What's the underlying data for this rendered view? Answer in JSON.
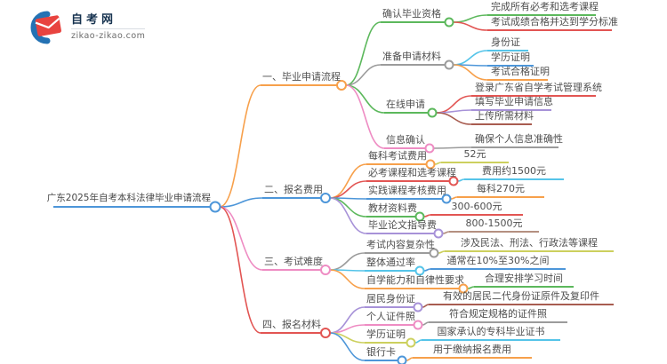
{
  "logo": {
    "title": "自考网",
    "domain": "zikao-zikao.com"
  },
  "root": {
    "label": "广东2025年自考本科法律毕业申请流程",
    "color": "#4d96d9"
  },
  "branches": [
    {
      "label": "一、毕业申请流程",
      "color": "#f7a04b",
      "children": [
        {
          "label": "确认毕业资格",
          "color": "#5cb85c",
          "leaves": [
            {
              "label": "完成所有必考和选考课程",
              "color": "#5cb85c"
            },
            {
              "label": "考试成绩合格并达到学分标准",
              "color": "#e25553"
            }
          ]
        },
        {
          "label": "准备申请材料",
          "color": "#9b9b9b",
          "leaves": [
            {
              "label": "身份证",
              "color": "#55c4e9"
            },
            {
              "label": "学历证明",
              "color": "#4d96d9"
            },
            {
              "label": "考试合格证明",
              "color": "#f7a04b"
            }
          ]
        },
        {
          "label": "在线申请",
          "color": "#5cb85c",
          "leaves": [
            {
              "label": "登录广东省自学考试管理系统",
              "color": "#e25553"
            },
            {
              "label": "填写毕业申请信息",
              "color": "#a792d8"
            },
            {
              "label": "上传所需材料",
              "color": "#a85c50"
            }
          ]
        },
        {
          "label": "信息确认",
          "color": "#ee8cc3",
          "leaves": [
            {
              "label": "确保个人信息准确性",
              "color": "#9b9b9b"
            }
          ]
        }
      ]
    },
    {
      "label": "二、报名费用",
      "color": "#4d96d9",
      "children": [
        {
          "label": "每科考试费用",
          "color": "#f7a04b",
          "leaves": [
            {
              "label": "52元",
              "color": "#ccd05e"
            }
          ]
        },
        {
          "label": "必考课程和选考课程",
          "color": "#e25553",
          "leaves": [
            {
              "label": "费用约1500元",
              "color": "#55c4e9"
            }
          ]
        },
        {
          "label": "实践课程考核费用",
          "color": "#4d96d9",
          "leaves": [
            {
              "label": "每科270元",
              "color": "#f7a04b"
            }
          ]
        },
        {
          "label": "教材资料费",
          "color": "#5cb85c",
          "leaves": [
            {
              "label": "300-600元",
              "color": "#e25553"
            }
          ]
        },
        {
          "label": "毕业论文指导费",
          "color": "#a792d8",
          "leaves": [
            {
              "label": "800-1500元",
              "color": "#b49080"
            }
          ]
        }
      ]
    },
    {
      "label": "三、考试难度",
      "color": "#ee8cc3",
      "children": [
        {
          "label": "考试内容复杂性",
          "color": "#9b9b9b",
          "leaves": [
            {
              "label": "涉及民法、刑法、行政法等课程",
              "color": "#ccd05e"
            }
          ]
        },
        {
          "label": "整体通过率",
          "color": "#55c4e9",
          "leaves": [
            {
              "label": "通常在10%至30%之间",
              "color": "#4d96d9"
            }
          ]
        },
        {
          "label": "自学能力和自律性要求",
          "color": "#f7a04b",
          "leaves": [
            {
              "label": "合理安排学习时间",
              "color": "#5cb85c"
            }
          ]
        }
      ]
    },
    {
      "label": "四、报名材料",
      "color": "#e25553",
      "children": [
        {
          "label": "居民身份证",
          "color": "#a792d8",
          "leaves": [
            {
              "label": "有效的居民二代身份证原件及复印件",
              "color": "#a85c50"
            }
          ]
        },
        {
          "label": "个人证件照",
          "color": "#ee8cc3",
          "leaves": [
            {
              "label": "符合规定规格的证件照",
              "color": "#9b9b9b"
            }
          ]
        },
        {
          "label": "学历证明",
          "color": "#ccd05e",
          "leaves": [
            {
              "label": "国家承认的专科毕业证书",
              "color": "#55c4e9"
            }
          ]
        },
        {
          "label": "银行卡",
          "color": "#4d96d9",
          "leaves": [
            {
              "label": "用于缴纳报名费用",
              "color": "#f7a04b"
            }
          ]
        }
      ]
    }
  ]
}
